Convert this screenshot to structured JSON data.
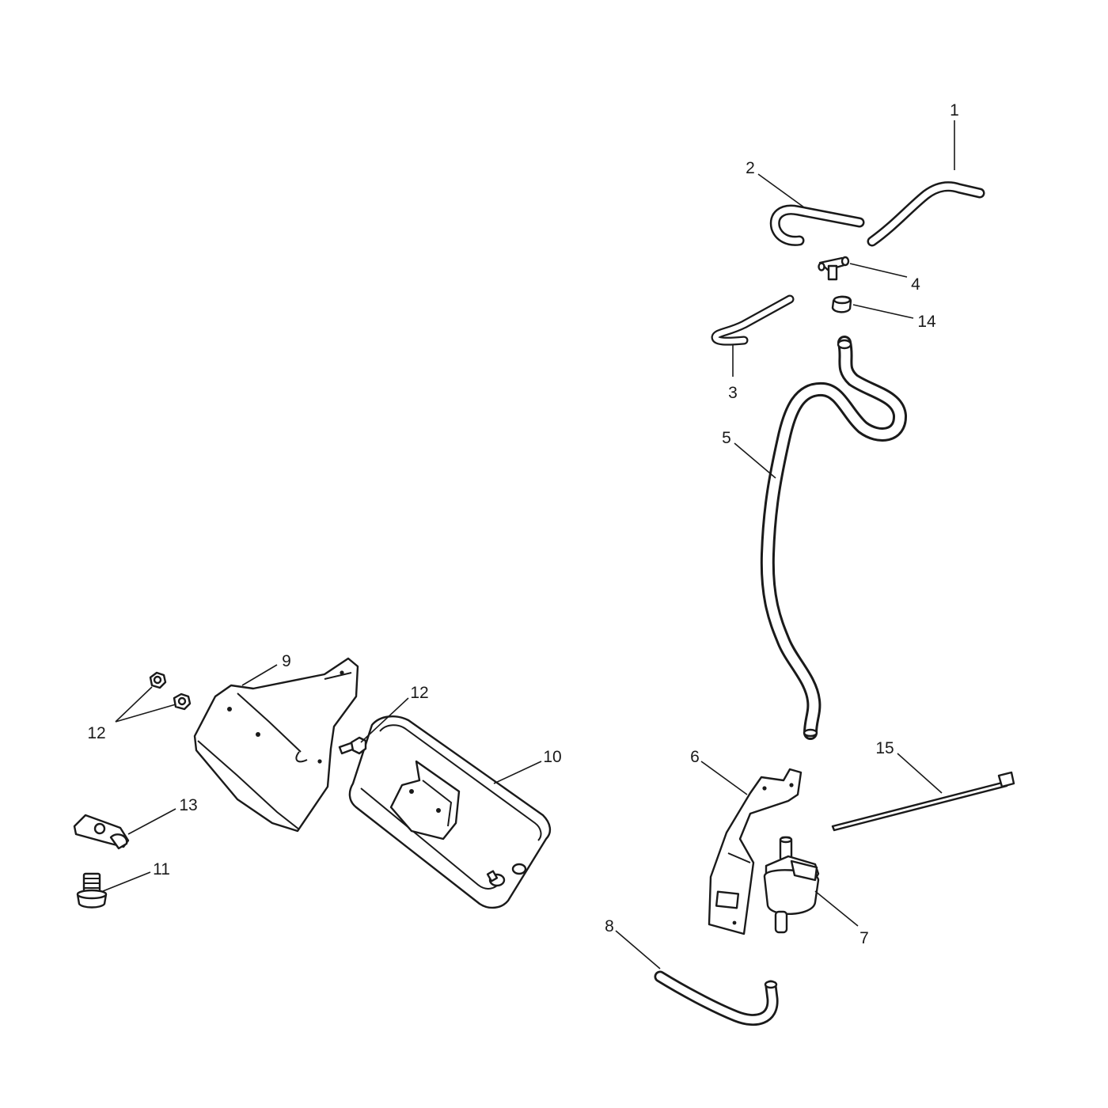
{
  "diagram": {
    "callouts": {
      "c1": "1",
      "c2": "2",
      "c3": "3",
      "c4": "4",
      "c5": "5",
      "c6": "6",
      "c7": "7",
      "c8": "8",
      "c9": "9",
      "c10": "10",
      "c11": "11",
      "c12a": "12",
      "c12b": "12",
      "c13": "13",
      "c14": "14",
      "c15": "15"
    }
  }
}
